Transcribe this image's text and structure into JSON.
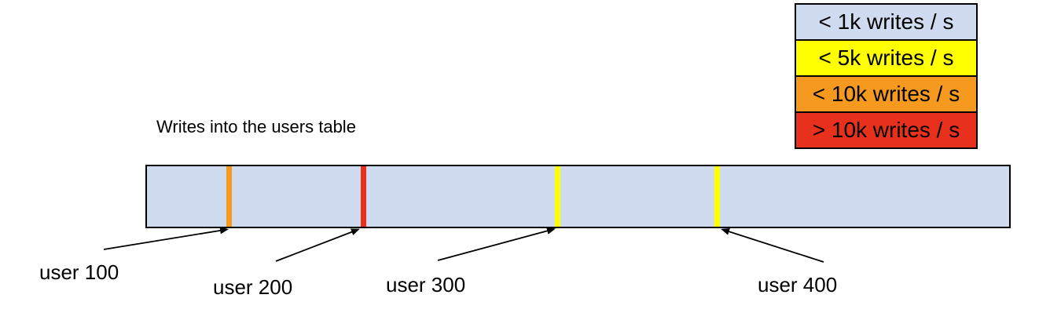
{
  "diagram": {
    "title": "Writes into the users table",
    "legend": [
      {
        "label": "< 1k writes / s",
        "color": "#cfdcf0"
      },
      {
        "label": "< 5k writes / s",
        "color": "#ffff00"
      },
      {
        "label": "< 10k writes / s",
        "color": "#f69a1f"
      },
      {
        "label": "> 10k writes / s",
        "color": "#e8311c"
      }
    ],
    "bar": {
      "fill": "#cfdcf0",
      "stripes": [
        {
          "user": "user 100",
          "color": "#f69a1f"
        },
        {
          "user": "user 200",
          "color": "#e8311c"
        },
        {
          "user": "user 300",
          "color": "#ffff00"
        },
        {
          "user": "user 400",
          "color": "#ffff00"
        }
      ]
    },
    "labels": [
      {
        "text": "user 100"
      },
      {
        "text": "user 200"
      },
      {
        "text": "user 300"
      },
      {
        "text": "user 400"
      }
    ]
  }
}
